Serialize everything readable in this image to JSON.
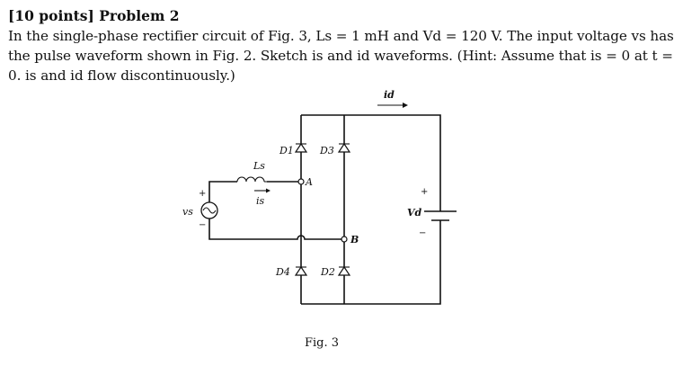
{
  "problem": {
    "heading": "[10 points] Problem 2",
    "lines": [
      "In the single-phase rectifier circuit of Fig. 3, Ls = 1 mH and Vd = 120 V. The input voltage vs has",
      "the pulse waveform shown in Fig. 2. Sketch is and id waveforms. (Hint: Assume that is = 0 at t =",
      "0. is and id flow discontinuously.)"
    ]
  },
  "figure": {
    "caption": "Fig. 3",
    "labels": {
      "id": "id",
      "d1": "D1",
      "d3": "D3",
      "d4": "D4",
      "d2": "D2",
      "ls": "Ls",
      "is": "is",
      "node_a": "A",
      "node_b": "B",
      "vs": "vs",
      "vd": "Vd",
      "plus_source": "+",
      "minus_source": "−",
      "plus_dc": "+",
      "minus_dc": "−"
    }
  }
}
